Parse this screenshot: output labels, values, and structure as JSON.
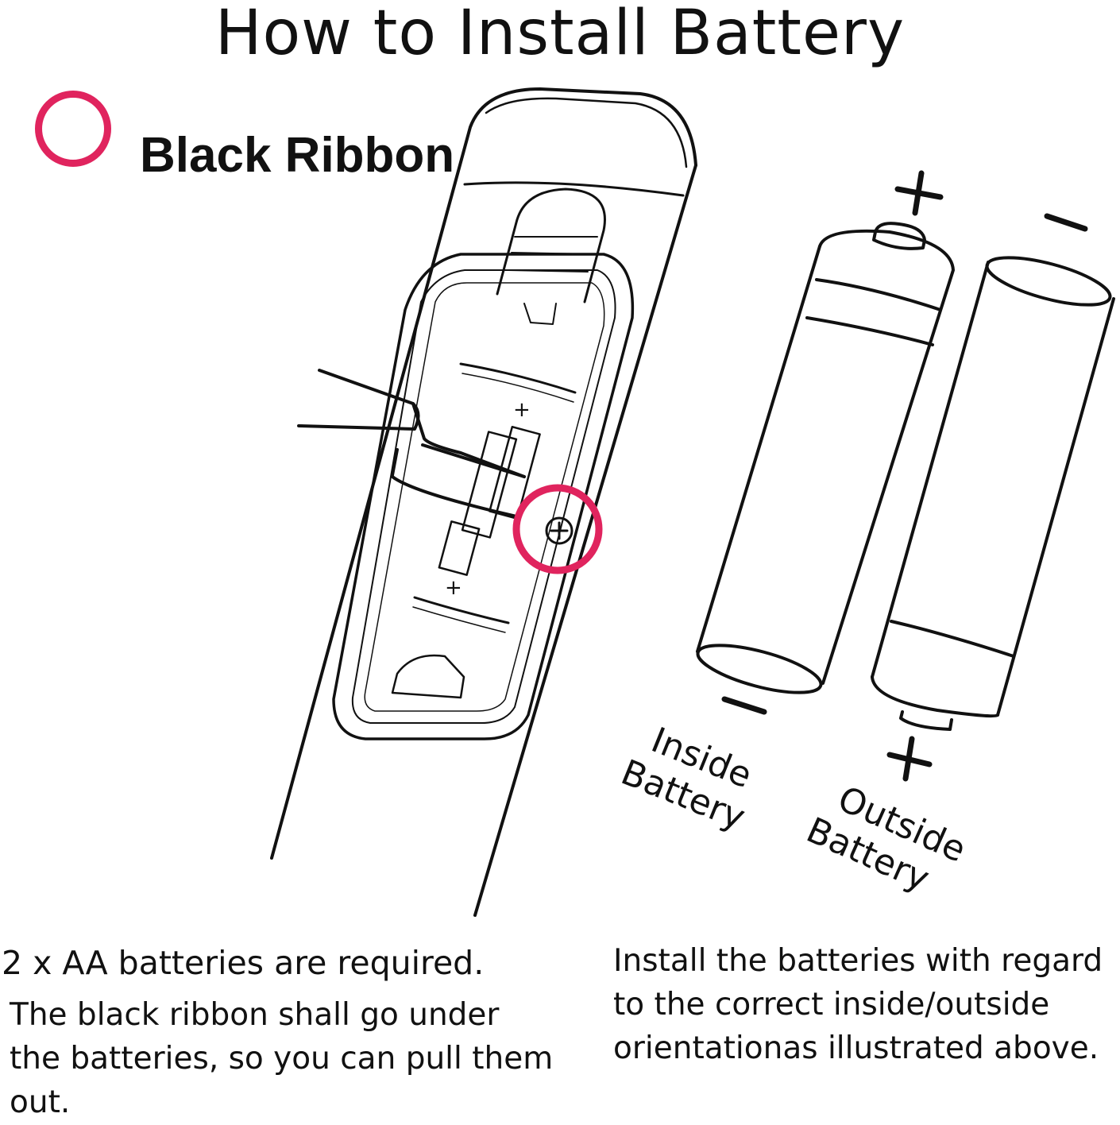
{
  "title": "How to Install Battery",
  "legend": {
    "label": "Black Ribbon",
    "marker_color": "#e0245e"
  },
  "labels": {
    "inside_line1": "Inside",
    "inside_line2": "Battery",
    "outside_line1": "Outside",
    "outside_line2": "Battery",
    "plus": "+",
    "minus": "–"
  },
  "captions": {
    "left": [
      "2 x AA batteries are required.",
      "The black ribbon shall go under",
      "the batteries, so you can pull them",
      "out."
    ],
    "right": [
      "Install the batteries with regard",
      "to the correct inside/outside",
      "orientationas illustrated above."
    ]
  },
  "icons": [
    "remote-control-icon",
    "battery-icon",
    "screw-icon",
    "ribbon-icon"
  ]
}
